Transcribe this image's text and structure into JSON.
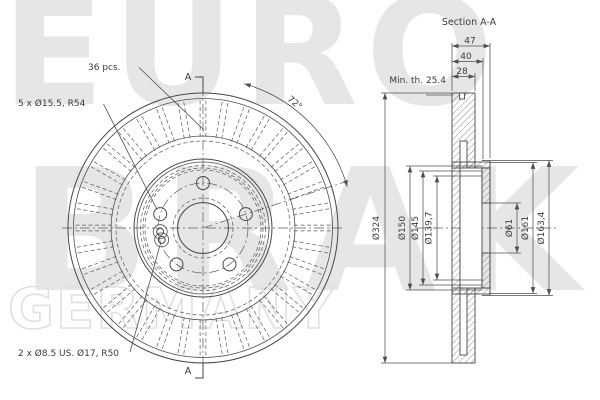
{
  "watermark": {
    "row1": "EURO",
    "row2": "BRAKE",
    "row3": "GERMANY"
  },
  "front": {
    "vane_label": "36 pcs.",
    "vane_count": 36,
    "bolt_hole_label": "5 x Ø15.5, R54",
    "bolt_count": 5,
    "pin_hole_label": "2 x Ø8.5 US. Ø17, R50",
    "pin_count": 2,
    "angle_label": "72°",
    "section_marker": "A"
  },
  "section": {
    "title": "Section A-A",
    "top_dims": [
      "47",
      "40",
      "28"
    ],
    "min_thickness": "Min. th. 25.4",
    "left_dims": [
      "Ø324",
      "Ø150",
      "Ø145",
      "Ø139,7"
    ],
    "right_dims": [
      "Ø61",
      "Ø161",
      "Ø163,4"
    ]
  },
  "colors": {
    "line": "#474747",
    "label": "#3b3b3b",
    "watermark_fill": "#e6e6e6",
    "watermark_outline": "#e0e0e0",
    "background": "#ffffff"
  }
}
